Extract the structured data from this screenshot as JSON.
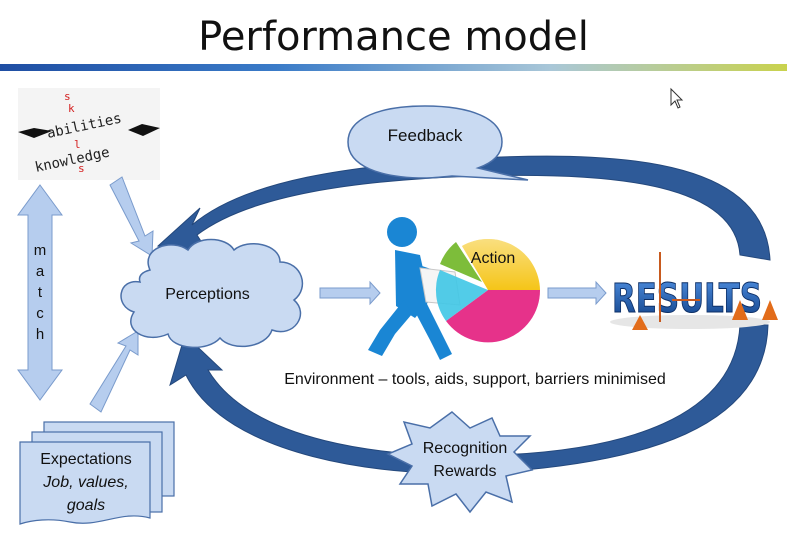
{
  "title": "Performance model",
  "skills_image": {
    "words": [
      "abilities",
      "knowledge",
      "skills"
    ],
    "colors": {
      "dark": "#222222",
      "red": "#d42020"
    }
  },
  "match_label": [
    "m",
    "a",
    "t",
    "c",
    "h"
  ],
  "expectations": {
    "line1": "Expectations",
    "line2": "Job, values,",
    "line3": "goals"
  },
  "perceptions": "Perceptions",
  "feedback": "Feedback",
  "action": "Action",
  "results": "RESULTS",
  "environment": "Environment – tools, aids, support, barriers minimised",
  "recognition": {
    "line1": "Recognition",
    "line2": "Rewards"
  },
  "colors": {
    "loop_arrow": "#2e5a98",
    "callout_fill": "#c9daf2",
    "callout_stroke": "#4a6fa8",
    "small_arrow": "#b6cdee",
    "figure_blue": "#1a86d4",
    "pie_yellow": "#f5c518",
    "pie_green": "#7dbd3a",
    "pie_magenta": "#e6328a",
    "pie_cyan": "#3fc6e6",
    "results_blue": "#1d5fb3"
  }
}
